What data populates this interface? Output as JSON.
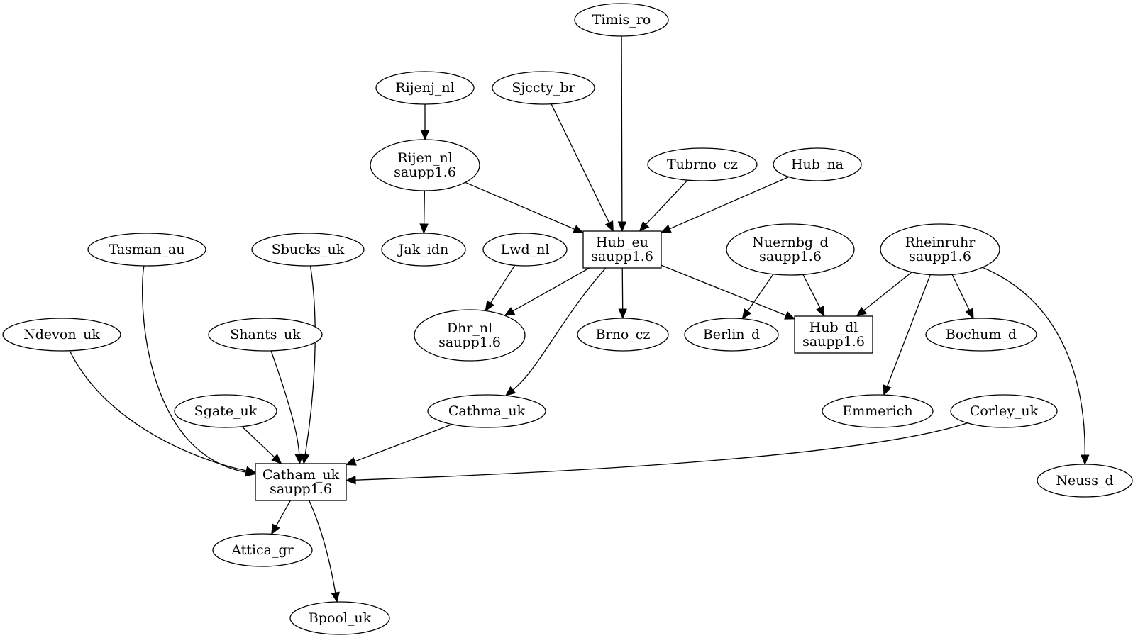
{
  "graph": {
    "nodes": [
      {
        "id": "Timis_ro",
        "label": [
          "Timis_ro"
        ],
        "shape": "ellipse"
      },
      {
        "id": "Rijenj_nl",
        "label": [
          "Rijenj_nl"
        ],
        "shape": "ellipse"
      },
      {
        "id": "Sjccty_br",
        "label": [
          "Sjccty_br"
        ],
        "shape": "ellipse"
      },
      {
        "id": "Rijen_nl",
        "label": [
          "Rijen_nl",
          "saupp1.6"
        ],
        "shape": "ellipse"
      },
      {
        "id": "Tubrno_cz",
        "label": [
          "Tubrno_cz"
        ],
        "shape": "ellipse"
      },
      {
        "id": "Hub_na",
        "label": [
          "Hub_na"
        ],
        "shape": "ellipse"
      },
      {
        "id": "Tasman_au",
        "label": [
          "Tasman_au"
        ],
        "shape": "ellipse"
      },
      {
        "id": "Sbucks_uk",
        "label": [
          "Sbucks_uk"
        ],
        "shape": "ellipse"
      },
      {
        "id": "Jak_idn",
        "label": [
          "Jak_idn"
        ],
        "shape": "ellipse"
      },
      {
        "id": "Lwd_nl",
        "label": [
          "Lwd_nl"
        ],
        "shape": "ellipse"
      },
      {
        "id": "Hub_eu",
        "label": [
          "Hub_eu",
          "saupp1.6"
        ],
        "shape": "box"
      },
      {
        "id": "Nuernbg_d",
        "label": [
          "Nuernbg_d",
          "saupp1.6"
        ],
        "shape": "ellipse"
      },
      {
        "id": "Rheinruhr",
        "label": [
          "Rheinruhr",
          "saupp1.6"
        ],
        "shape": "ellipse"
      },
      {
        "id": "Ndevon_uk",
        "label": [
          "Ndevon_uk"
        ],
        "shape": "ellipse"
      },
      {
        "id": "Shants_uk",
        "label": [
          "Shants_uk"
        ],
        "shape": "ellipse"
      },
      {
        "id": "Dhr_nl",
        "label": [
          "Dhr_nl",
          "saupp1.6"
        ],
        "shape": "ellipse"
      },
      {
        "id": "Brno_cz",
        "label": [
          "Brno_cz"
        ],
        "shape": "ellipse"
      },
      {
        "id": "Berlin_d",
        "label": [
          "Berlin_d"
        ],
        "shape": "ellipse"
      },
      {
        "id": "Hub_dl",
        "label": [
          "Hub_dl",
          "saupp1.6"
        ],
        "shape": "box"
      },
      {
        "id": "Bochum_d",
        "label": [
          "Bochum_d"
        ],
        "shape": "ellipse"
      },
      {
        "id": "Sgate_uk",
        "label": [
          "Sgate_uk"
        ],
        "shape": "ellipse"
      },
      {
        "id": "Cathma_uk",
        "label": [
          "Cathma_uk"
        ],
        "shape": "ellipse"
      },
      {
        "id": "Emmerich",
        "label": [
          "Emmerich"
        ],
        "shape": "ellipse"
      },
      {
        "id": "Corley_uk",
        "label": [
          "Corley_uk"
        ],
        "shape": "ellipse"
      },
      {
        "id": "Catham_uk",
        "label": [
          "Catham_uk",
          "saupp1.6"
        ],
        "shape": "box"
      },
      {
        "id": "Neuss_d",
        "label": [
          "Neuss_d"
        ],
        "shape": "ellipse"
      },
      {
        "id": "Attica_gr",
        "label": [
          "Attica_gr"
        ],
        "shape": "ellipse"
      },
      {
        "id": "Bpool_uk",
        "label": [
          "Bpool_uk"
        ],
        "shape": "ellipse"
      }
    ],
    "edges": [
      {
        "from": "Timis_ro",
        "to": "Hub_eu"
      },
      {
        "from": "Rijenj_nl",
        "to": "Rijen_nl"
      },
      {
        "from": "Sjccty_br",
        "to": "Hub_eu"
      },
      {
        "from": "Rijen_nl",
        "to": "Hub_eu"
      },
      {
        "from": "Rijen_nl",
        "to": "Jak_idn"
      },
      {
        "from": "Tubrno_cz",
        "to": "Hub_eu"
      },
      {
        "from": "Hub_na",
        "to": "Hub_eu"
      },
      {
        "from": "Lwd_nl",
        "to": "Dhr_nl"
      },
      {
        "from": "Hub_eu",
        "to": "Dhr_nl"
      },
      {
        "from": "Hub_eu",
        "to": "Brno_cz"
      },
      {
        "from": "Hub_eu",
        "to": "Cathma_uk"
      },
      {
        "from": "Hub_eu",
        "to": "Hub_dl"
      },
      {
        "from": "Nuernbg_d",
        "to": "Berlin_d"
      },
      {
        "from": "Nuernbg_d",
        "to": "Hub_dl"
      },
      {
        "from": "Rheinruhr",
        "to": "Hub_dl"
      },
      {
        "from": "Rheinruhr",
        "to": "Bochum_d"
      },
      {
        "from": "Rheinruhr",
        "to": "Emmerich"
      },
      {
        "from": "Rheinruhr",
        "to": "Neuss_d"
      },
      {
        "from": "Tasman_au",
        "to": "Catham_uk"
      },
      {
        "from": "Sbucks_uk",
        "to": "Catham_uk"
      },
      {
        "from": "Ndevon_uk",
        "to": "Catham_uk"
      },
      {
        "from": "Shants_uk",
        "to": "Catham_uk"
      },
      {
        "from": "Sgate_uk",
        "to": "Catham_uk"
      },
      {
        "from": "Cathma_uk",
        "to": "Catham_uk"
      },
      {
        "from": "Corley_uk",
        "to": "Catham_uk"
      },
      {
        "from": "Catham_uk",
        "to": "Attica_gr"
      },
      {
        "from": "Catham_uk",
        "to": "Bpool_uk"
      }
    ]
  }
}
